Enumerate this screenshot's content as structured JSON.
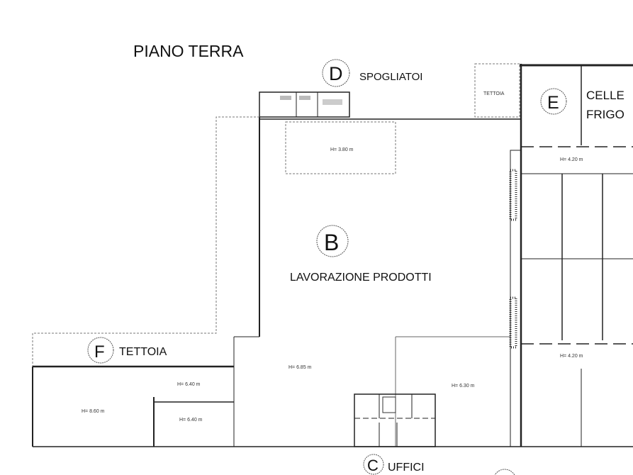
{
  "plan": {
    "title": "PIANO TERRA",
    "zones": {
      "B": {
        "letter": "B",
        "name": "LAVORAZIONE PRODOTTI"
      },
      "C": {
        "letter": "C",
        "name": "UFFICI"
      },
      "D": {
        "letter": "D",
        "name": "SPOGLIATOI"
      },
      "E": {
        "letter": "E",
        "name_line1": "CELLE",
        "name_line2": "FRIGO"
      },
      "F": {
        "letter": "F",
        "name": "TETTOIA"
      }
    },
    "tettoia_small": "TETTOIA",
    "heights": {
      "mezzanine": "H= 3.80 m",
      "celle_top": "H= 4.20 m",
      "celle_bottom": "H= 4.20 m",
      "main": "H= 6.85 m",
      "right_lower": "H= 6.30 m",
      "left_large": "H= 8.60 m",
      "left_upper": "H= 6.40 m",
      "left_lower": "H= 6.40 m"
    }
  }
}
